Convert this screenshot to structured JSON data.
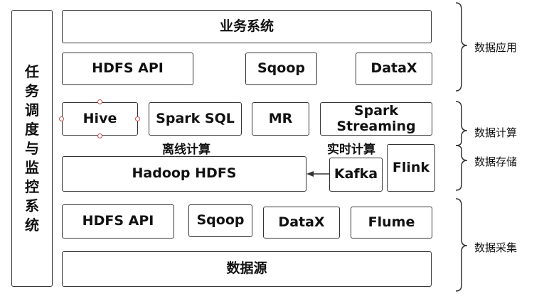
{
  "sidebar": {
    "chars": [
      "任",
      "务",
      "调",
      "度",
      "与",
      "监",
      "控",
      "系",
      "统"
    ]
  },
  "boxes": {
    "business": "业务系统",
    "app_hdfs_api": "HDFS API",
    "app_sqoop": "Sqoop",
    "app_datax": "DataX",
    "hive": "Hive",
    "spark_sql": "Spark SQL",
    "mr": "MR",
    "spark_streaming": "Spark\nStreaming",
    "hadoop_hdfs": "Hadoop HDFS",
    "kafka": "Kafka",
    "flink": "Flink",
    "col_hdfs_api": "HDFS API",
    "col_sqoop": "Sqoop",
    "col_datax": "DataX",
    "flume": "Flume",
    "data_source": "数据源"
  },
  "labels": {
    "offline": "离线计算",
    "realtime": "实时计算"
  },
  "side_labels": {
    "app": "数据应用",
    "compute": "数据计算",
    "storage": "数据存储",
    "collect": "数据采集"
  }
}
